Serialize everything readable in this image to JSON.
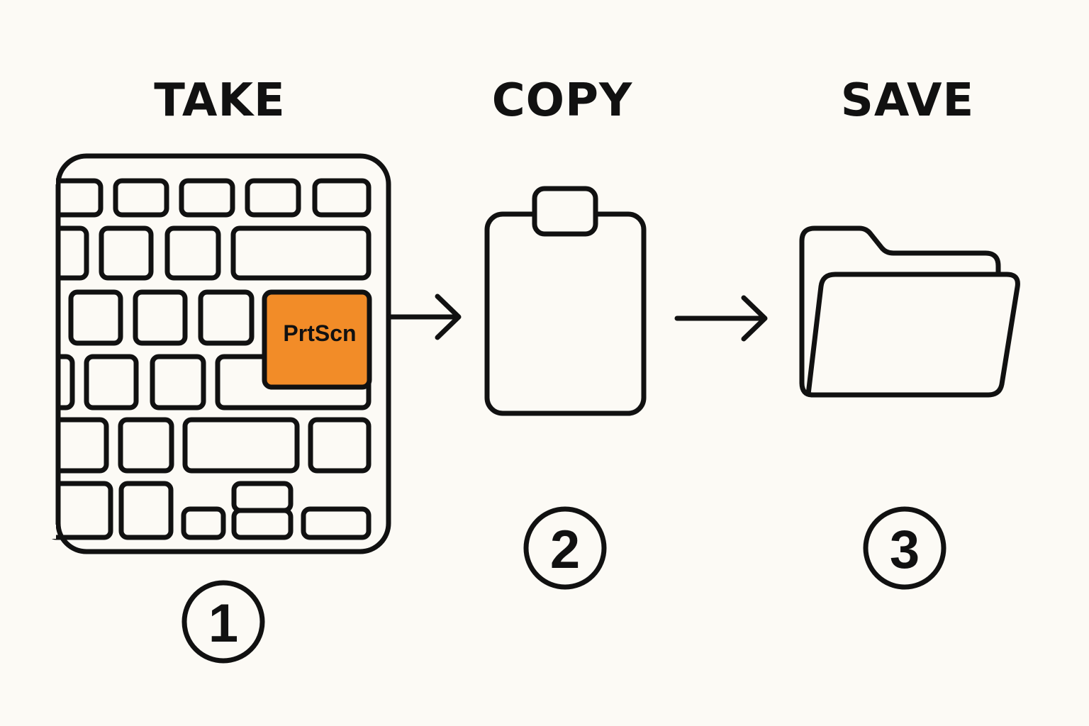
{
  "steps": [
    {
      "title": "TAKE",
      "number": "1",
      "icon": "keyboard-icon"
    },
    {
      "title": "COPY",
      "number": "2",
      "icon": "clipboard-icon"
    },
    {
      "title": "SAVE",
      "number": "3",
      "icon": "folder-icon"
    }
  ],
  "keyboard": {
    "highlight_key_label": "PrtScn"
  },
  "colors": {
    "background": "#fcfaf5",
    "stroke": "#111111",
    "highlight": "#f28c28"
  }
}
